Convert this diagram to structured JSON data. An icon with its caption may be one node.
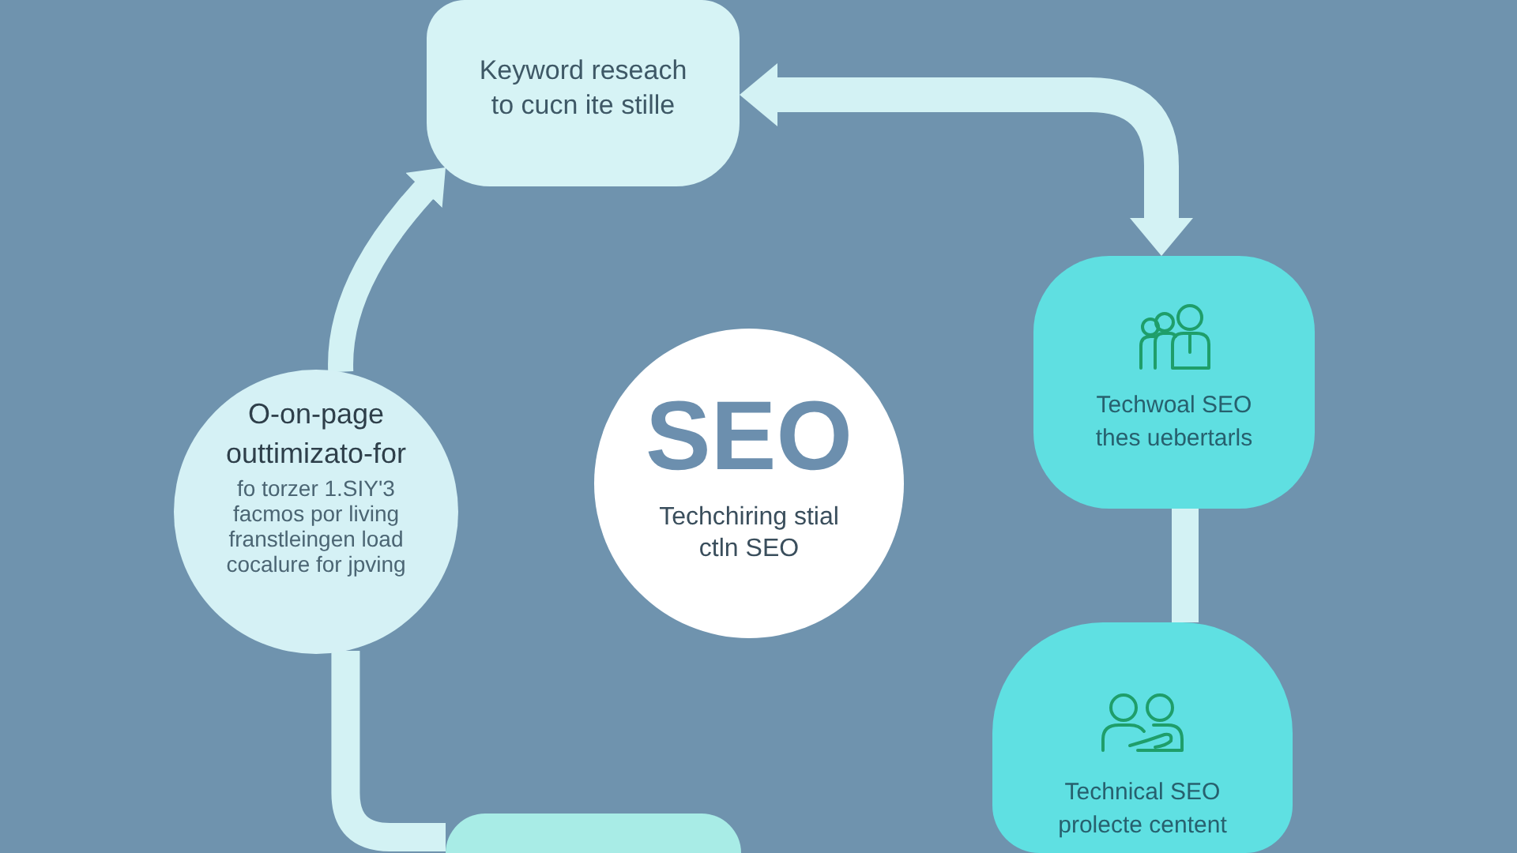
{
  "diagram": {
    "nodes": [
      {
        "text": [
          "Keyword reseach to cucn ite stille"
        ]
      },
      {
        "text": [
          "O-on-page outtimizato-for",
          "fo torzer 1.SIY'3 facmos por living franstleingen load cocalure for jpving"
        ]
      },
      {
        "text": [
          "SEO",
          "Techchiring stial ctln SEO"
        ]
      },
      {
        "text": [
          "Techwoal SEO thes uebertarls"
        ]
      },
      {
        "text": [
          "Technical SEO prolecte centent"
        ]
      },
      {
        "text": [],
        "shape": "box"
      }
    ],
    "edges": [
      {
        "from": 1,
        "to": 0,
        "arrow": "to"
      },
      {
        "from": 0,
        "to": 3,
        "arrow": "both"
      },
      {
        "from": 3,
        "to": 4,
        "arrow": "none"
      },
      {
        "from": 1,
        "to": 5,
        "arrow": "none"
      }
    ]
  }
}
